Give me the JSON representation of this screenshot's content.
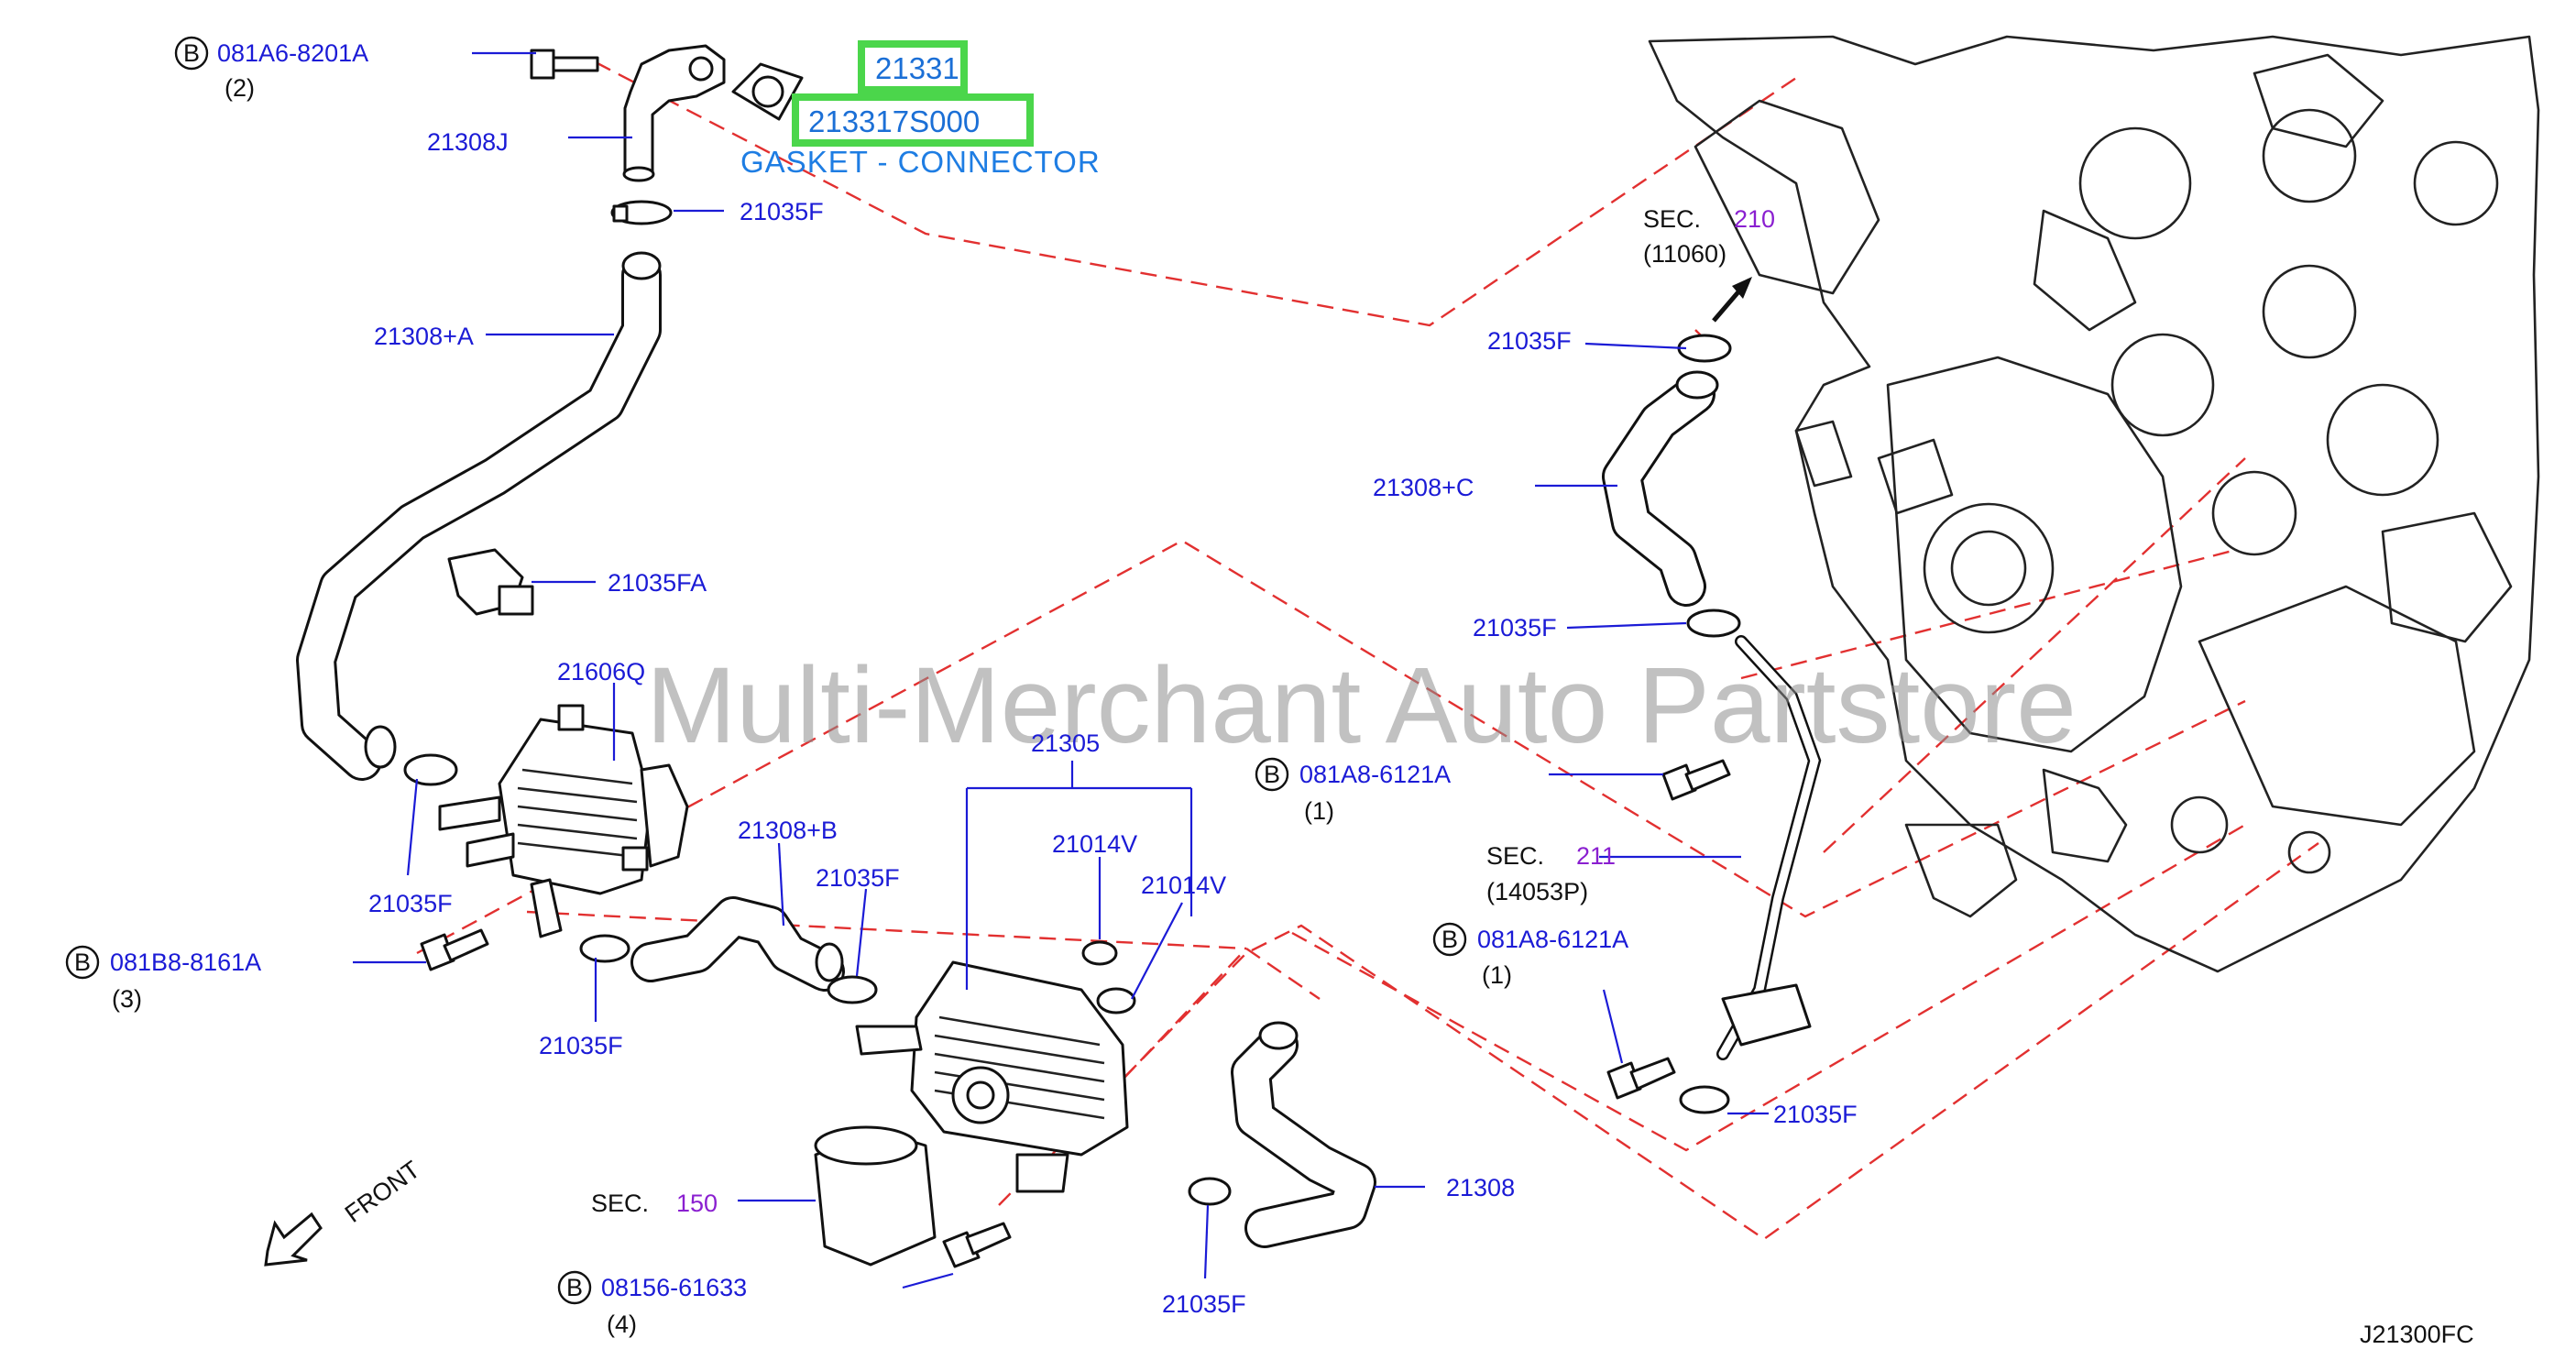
{
  "watermark": "Multi-Merchant Auto Partstore",
  "diagram_code": "J21300FC",
  "front_label": "FRONT",
  "bolt_marker": "B",
  "highlight": {
    "part_a": "21331",
    "part_b": "213317S000",
    "part_b_desc": "GASKET - CONNECTOR"
  },
  "callouts": {
    "c1": "081A6-8201A",
    "c1_qty": "(2)",
    "c2": "21308J",
    "c3": "21035F",
    "c4": "21308+A",
    "c5": "21035FA",
    "c6": "21606Q",
    "c7": "21035F",
    "c8": "081B8-8161A",
    "c8_qty": "(3)",
    "c9": "21035F",
    "c10": "21308+B",
    "c11": "21035F",
    "c12": "21305",
    "c13": "21014V",
    "c14": "21014V",
    "c15_prefix": "SEC.",
    "c15_num": "150",
    "c16": "08156-61633",
    "c16_qty": "(4)",
    "c17": "21035F",
    "c18": "21308",
    "c19_prefix": "SEC.",
    "c19_num": "210",
    "c19_sub": "(11060)",
    "c20": "21035F",
    "c21": "21308+C",
    "c22": "21035F",
    "c23": "081A8-6121A",
    "c23_qty": "(1)",
    "c24_prefix": "SEC.",
    "c24_num": "211",
    "c24_sub": "(14053P)",
    "c25": "081A8-6121A",
    "c25_qty": "(1)",
    "c26": "21035F"
  }
}
